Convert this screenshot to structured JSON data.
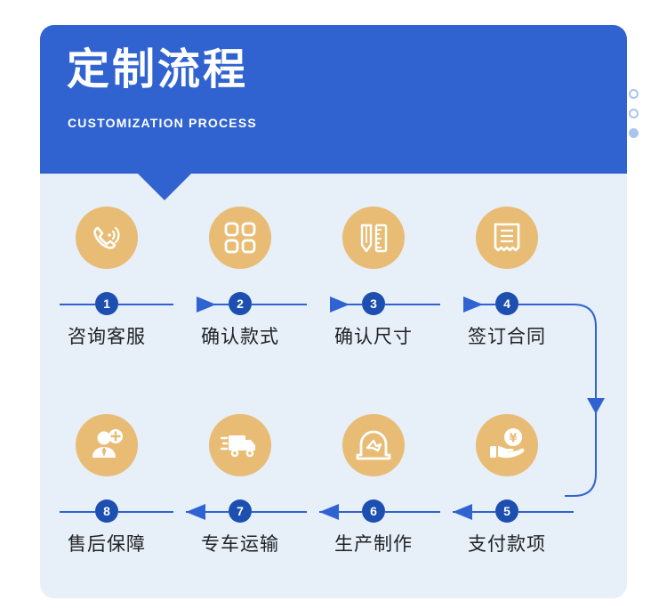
{
  "header": {
    "title_cn": "定制流程",
    "title_en": "CUSTOMIZATION PROCESS",
    "bg_color": "#3063d0",
    "dots": [
      {
        "name": "decorative-dot-1",
        "style": "hollow"
      },
      {
        "name": "decorative-dot-2",
        "style": "hollow"
      },
      {
        "name": "decorative-dot-3",
        "style": "solid"
      }
    ]
  },
  "theme": {
    "panel_bg": "#e7eff9",
    "icon_circle": "#e8bc74",
    "badge_bg": "#1c4fb0",
    "line_color": "#3063d0",
    "label_color": "#222222"
  },
  "steps": {
    "row1": [
      {
        "number": "1",
        "label": "咨询客服",
        "icon": "phone-support-icon"
      },
      {
        "number": "2",
        "label": "确认款式",
        "icon": "grid-styles-icon"
      },
      {
        "number": "3",
        "label": "确认尺寸",
        "icon": "pencil-ruler-icon"
      },
      {
        "number": "4",
        "label": "签订合同",
        "icon": "contract-document-icon"
      }
    ],
    "row2": [
      {
        "number": "8",
        "label": "售后保障",
        "icon": "user-support-plus-icon"
      },
      {
        "number": "7",
        "label": "专车运输",
        "icon": "delivery-truck-icon"
      },
      {
        "number": "6",
        "label": "生产制作",
        "icon": "manufacturing-machine-icon"
      },
      {
        "number": "5",
        "label": "支付款项",
        "icon": "hand-yuan-coin-icon"
      }
    ]
  },
  "flow": {
    "row1_direction": "right",
    "row2_direction": "left",
    "side_connector": "down-arrow-right-side"
  }
}
